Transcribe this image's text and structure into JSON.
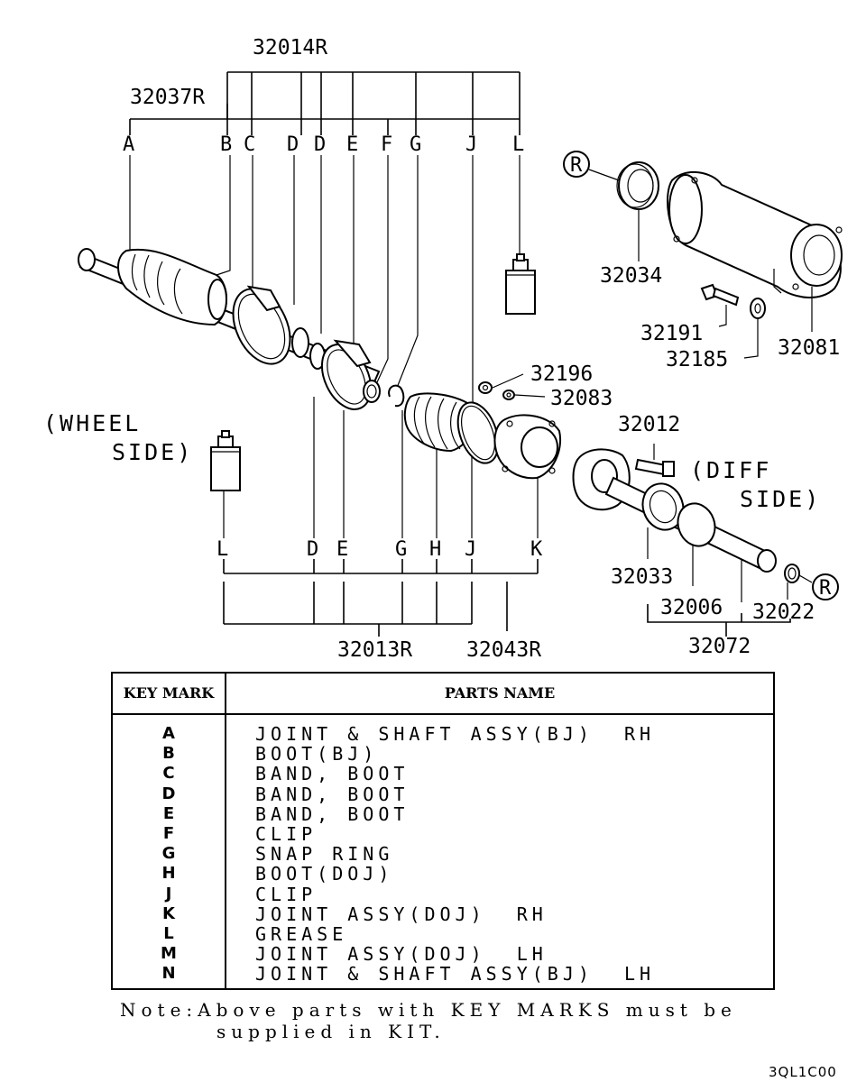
{
  "diagram": {
    "part_numbers": {
      "p32014R": "32014R",
      "p32037R": "32037R",
      "p32034": "32034",
      "p32191": "32191",
      "p32185": "32185",
      "p32081": "32081",
      "p32196": "32196",
      "p32083": "32083",
      "p32012": "32012",
      "p32033": "32033",
      "p32006": "32006",
      "p32022": "32022",
      "p32072": "32072",
      "p32013R": "32013R",
      "p32043R": "32043R"
    },
    "top_key_marks": [
      "A",
      "B",
      "C",
      "D",
      "D",
      "E",
      "F",
      "G",
      "J",
      "L"
    ],
    "bottom_key_marks": [
      "L",
      "D",
      "E",
      "G",
      "H",
      "J",
      "K"
    ],
    "reference_symbol": "R",
    "wheel_side_line1": "(WHEEL",
    "wheel_side_line2": "SIDE)",
    "diff_side_line1": "(DIFF",
    "diff_side_line2": "SIDE)"
  },
  "table": {
    "header_key": "KEY MARK",
    "header_name": "PARTS NAME",
    "rows": [
      {
        "key": "A",
        "name": "JOINT & SHAFT ASSY(BJ)  RH"
      },
      {
        "key": "B",
        "name": "BOOT(BJ)"
      },
      {
        "key": "C",
        "name": "BAND, BOOT"
      },
      {
        "key": "D",
        "name": "BAND, BOOT"
      },
      {
        "key": "E",
        "name": "BAND, BOOT"
      },
      {
        "key": "F",
        "name": "CLIP"
      },
      {
        "key": "G",
        "name": "SNAP RING"
      },
      {
        "key": "H",
        "name": "BOOT(DOJ)"
      },
      {
        "key": "J",
        "name": "CLIP"
      },
      {
        "key": "K",
        "name": "JOINT ASSY(DOJ)  RH"
      },
      {
        "key": "L",
        "name": "GREASE"
      },
      {
        "key": "M",
        "name": "JOINT ASSY(DOJ)  LH"
      },
      {
        "key": "N",
        "name": "JOINT & SHAFT ASSY(BJ)  LH"
      }
    ]
  },
  "note": {
    "line1": "Note:Above parts with KEY MARKS must be",
    "line2": "supplied in KIT."
  },
  "diagram_code": "3QL1C00"
}
